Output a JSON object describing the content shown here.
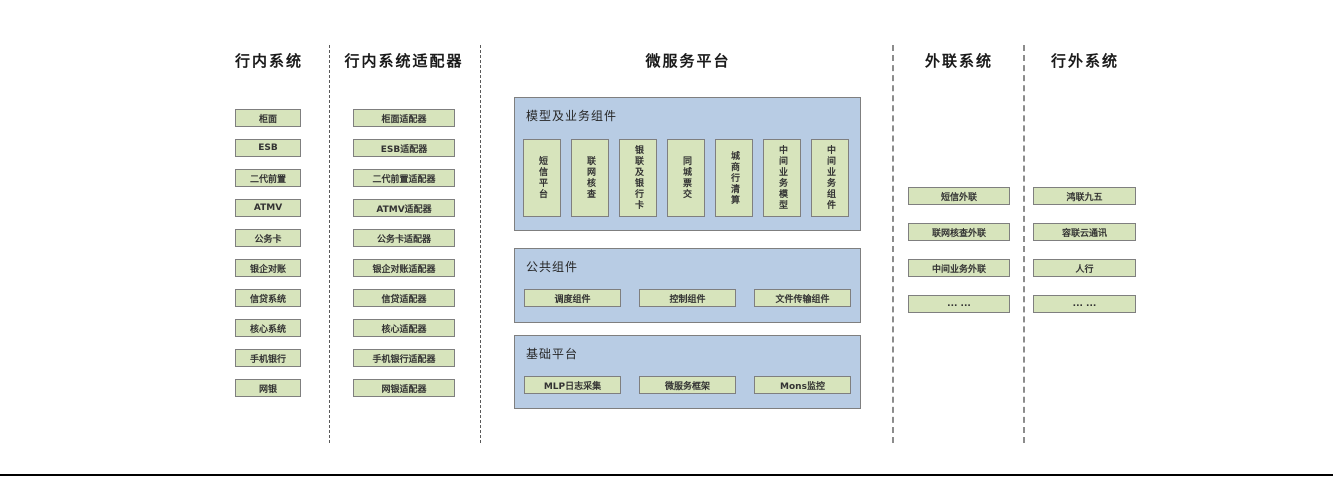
{
  "internal": {
    "title": "行内系统",
    "items": [
      "柜面",
      "ESB",
      "二代前置",
      "ATMV",
      "公务卡",
      "银企对账",
      "信贷系统",
      "核心系统",
      "手机银行",
      "网银"
    ]
  },
  "adapters": {
    "title": "行内系统适配器",
    "items": [
      "柜面适配器",
      "ESB适配器",
      "二代前置适配器",
      "ATMV适配器",
      "公务卡适配器",
      "银企对账适配器",
      "信贷适配器",
      "核心适配器",
      "手机银行适配器",
      "网银适配器"
    ]
  },
  "platform": {
    "title": "微服务平台",
    "panels": [
      {
        "label": "模型及业务组件",
        "items": [
          "短信平台",
          "联网核查",
          "银联及银行卡",
          "同城票交",
          "城商行清算",
          "中间业务模型",
          "中间业务组件"
        ]
      },
      {
        "label": "公共组件",
        "items": [
          "调度组件",
          "控制组件",
          "文件传输组件"
        ]
      },
      {
        "label": "基础平台",
        "items": [
          "MLP日志采集",
          "微服务框架",
          "Mons监控"
        ]
      }
    ]
  },
  "external_link": {
    "title": "外联系统",
    "items": [
      "短信外联",
      "联网核查外联",
      "中间业务外联",
      "... ..."
    ]
  },
  "external": {
    "title": "行外系统",
    "items": [
      "鸿联九五",
      "容联云通讯",
      "人行",
      "... ..."
    ]
  },
  "colors": {
    "box_fill": "#d7e4bc",
    "box_border": "#7f7f7f",
    "panel_fill": "#b8cce4",
    "panel_border": "#7f7f7f",
    "divider": "#8c8c8c",
    "bottom_rule": "#000000"
  }
}
